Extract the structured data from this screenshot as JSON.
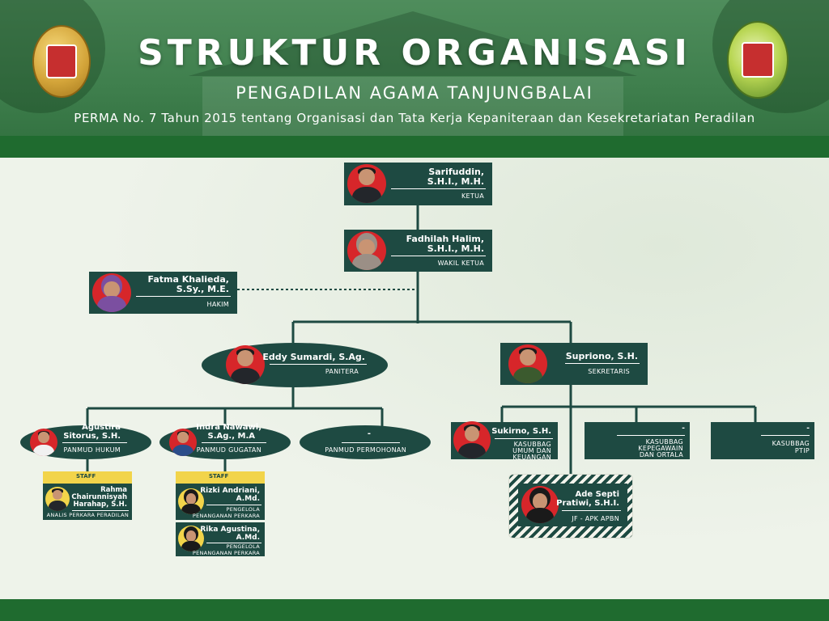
{
  "header": {
    "title": "STRUKTUR ORGANISASI",
    "subtitle": "PENGADILAN AGAMA TANJUNGBALAI",
    "regulation": "PERMA No. 7 Tahun 2015 tentang Organisasi dan Tata Kerja Kepaniteraan dan Kesekretariatan Peradilan"
  },
  "logos": {
    "left": "mahkamah-agung-seal-icon",
    "right": "pengadilan-agama-seal-icon"
  },
  "colors": {
    "header_green": "#3f7f4d",
    "band_green": "#1f6b2f",
    "card": "#1e4a42",
    "photo_bg": "#d7262a",
    "staff_tag": "#f2d44a"
  },
  "org": {
    "ketua": {
      "name_1": "Sarifuddin,",
      "name_2": "S.H.I., M.H.",
      "role": "KETUA"
    },
    "wakil": {
      "name_1": "Fadhilah Halim,",
      "name_2": "S.H.I., M.H.",
      "role": "WAKIL KETUA"
    },
    "hakim": {
      "name_1": "Fatma Khalieda,",
      "name_2": "S.Sy., M.E.",
      "role": "HAKIM"
    },
    "panitera": {
      "name": "Eddy Sumardi, S.Ag.",
      "role": "PANITERA"
    },
    "sekretaris": {
      "name": "Supriono, S.H.",
      "role": "SEKRETARIS"
    },
    "panmud_hukum": {
      "name_1": "Agustira",
      "name_2": "Sitorus, S.H.",
      "role": "PANMUD HUKUM"
    },
    "panmud_gugatan": {
      "name_1": "Indra Nawawi,",
      "name_2": "S.Ag., M.A",
      "role": "PANMUD GUGATAN"
    },
    "panmud_permohonan": {
      "name": "-",
      "role": "PANMUD PERMOHONAN"
    },
    "kasubbag_umum": {
      "name": "Sukirno, S.H.",
      "role_1": "KASUBBAG",
      "role_2": "UMUM DAN",
      "role_3": "KEUANGAN"
    },
    "kasubbag_kepegawaian": {
      "name": "-",
      "role_1": "KASUBBAG",
      "role_2": "KEPEGAWAIN",
      "role_3": "DAN ORTALA"
    },
    "kasubbag_ptip": {
      "name": "-",
      "role_1": "KASUBBAG",
      "role_2": "PTIP"
    },
    "jf_apk": {
      "name_1": "Ade Septi",
      "name_2": "Pratiwi, S.H.I.",
      "role": "JF - APK APBN"
    },
    "staff_hukum": {
      "tag": "STAFF",
      "name_1": "Rahma",
      "name_2": "Chairunnisyah",
      "name_3": "Harahap, S.H.",
      "role": "ANALIS PERKARA PERADILAN"
    },
    "staff_gugatan": {
      "tag": "STAFF",
      "person_1": {
        "name_1": "Rizki Andriani,",
        "name_2": "A.Md.",
        "role_1": "PENGELOLA",
        "role_2": "PENANGANAN PERKARA"
      },
      "person_2": {
        "name_1": "Rika Agustina,",
        "name_2": "A.Md.",
        "role_1": "PENGELOLA",
        "role_2": "PENANGANAN PERKARA"
      }
    }
  }
}
